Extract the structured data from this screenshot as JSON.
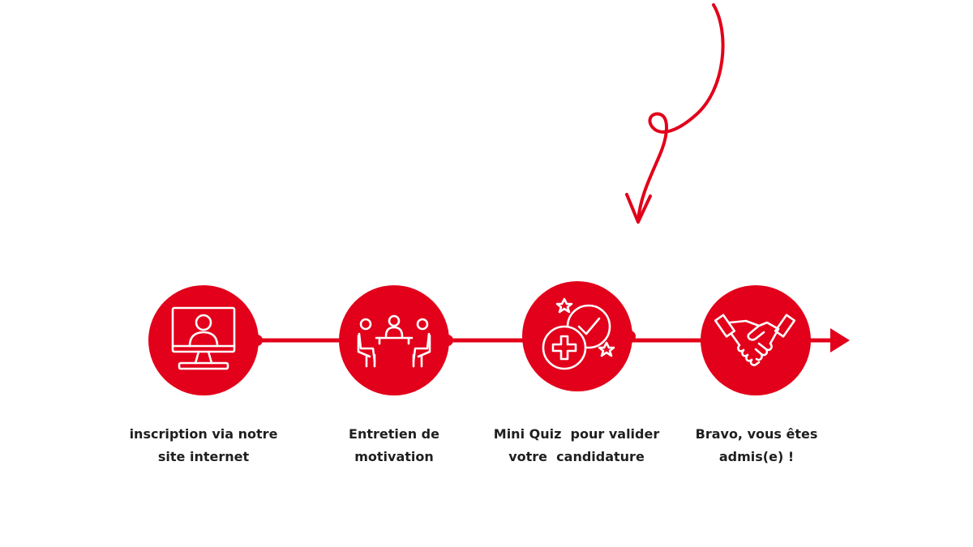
{
  "colors": {
    "accent": "#e2001a",
    "text": "#1f1f1f",
    "background": "#ffffff",
    "icon_line": "#ffffff"
  },
  "steps": [
    {
      "icon": "computer-user-icon",
      "label_line1": "inscription via notre",
      "label_line2": "site internet"
    },
    {
      "icon": "meeting-icon",
      "label_line1": "Entretien de",
      "label_line2": "motivation"
    },
    {
      "icon": "quiz-check-cross-icon",
      "label_line1": "Mini Quiz  pour valider",
      "label_line2": "votre  candidature"
    },
    {
      "icon": "handshake-icon",
      "label_line1": "Bravo, vous êtes",
      "label_line2": "admis(e) !"
    }
  ]
}
